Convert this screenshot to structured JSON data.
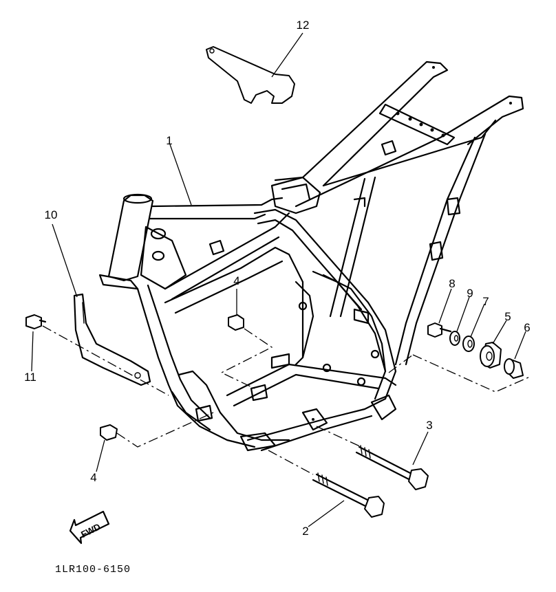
{
  "callouts": {
    "c1": "1",
    "c2": "2",
    "c3": "3",
    "c4a": "4",
    "c4b": "4",
    "c5": "5",
    "c6": "6",
    "c7": "7",
    "c8": "8",
    "c9": "9",
    "c10": "10",
    "c11": "11",
    "c12": "12"
  },
  "fwd_label": "FWD",
  "diagram_code": "1LR100-6150"
}
